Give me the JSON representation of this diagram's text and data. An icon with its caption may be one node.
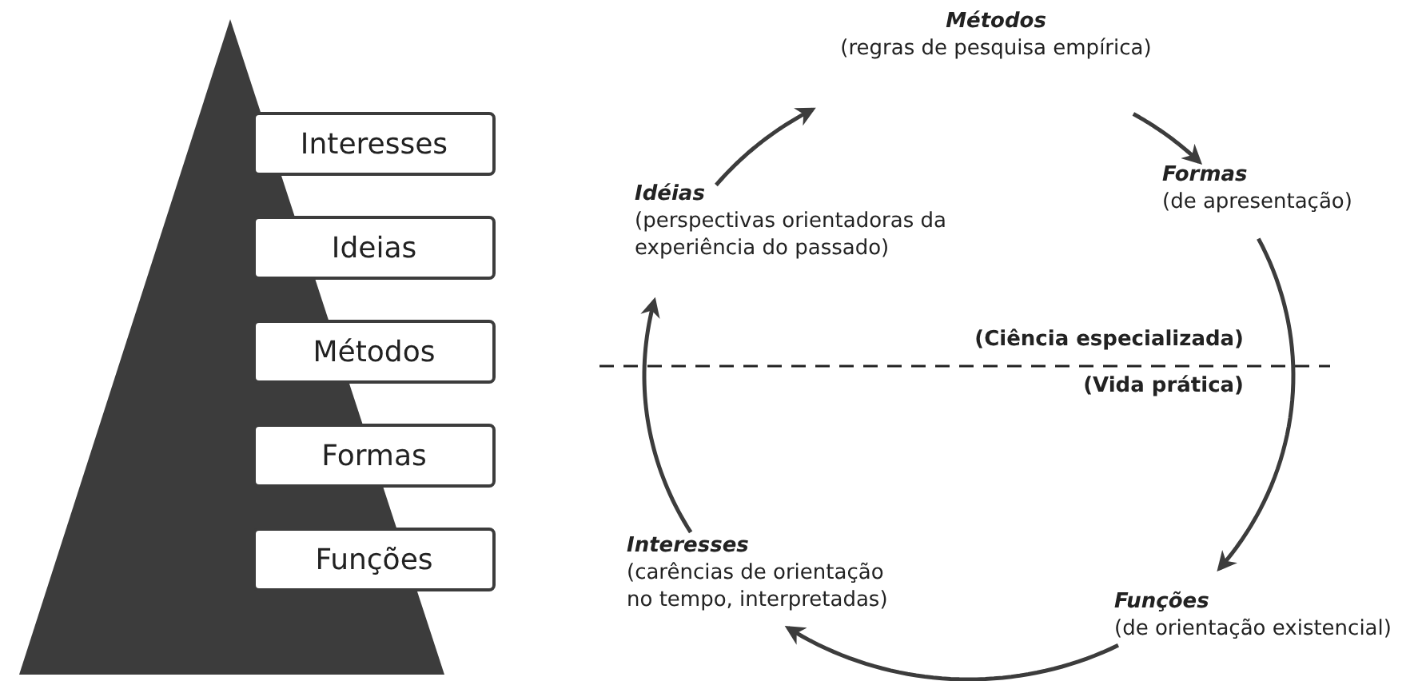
{
  "diagram": {
    "nodes": [
      {
        "text": [
          "Interesses"
        ]
      },
      {
        "text": [
          "Ideias"
        ]
      },
      {
        "text": [
          "Métodos"
        ]
      },
      {
        "text": [
          "Formas"
        ]
      },
      {
        "text": [
          "Funções"
        ]
      },
      {
        "text": [
          "Métodos",
          "(regras de pesquisa empírica)"
        ]
      },
      {
        "text": [
          "Formas",
          "(de apresentação)"
        ]
      },
      {
        "text": [
          "Funções",
          "(de orientação existencial)"
        ]
      },
      {
        "text": [
          "Interesses",
          "(carências de orientação no tempo, interpretadas)"
        ]
      },
      {
        "text": [
          "Idéias",
          "(perspectivas orientadoras da experiência do passado)"
        ]
      }
    ],
    "edges": [
      {
        "from": 9,
        "to": 5,
        "arrow": "to"
      },
      {
        "from": 5,
        "to": 6,
        "arrow": "to"
      },
      {
        "from": 6,
        "to": 7,
        "arrow": "to"
      },
      {
        "from": 7,
        "to": 8,
        "arrow": "to"
      },
      {
        "from": 8,
        "to": 9,
        "arrow": "to"
      }
    ],
    "labels": [
      "(Ciência especializada)",
      "(Vida prática)"
    ]
  }
}
